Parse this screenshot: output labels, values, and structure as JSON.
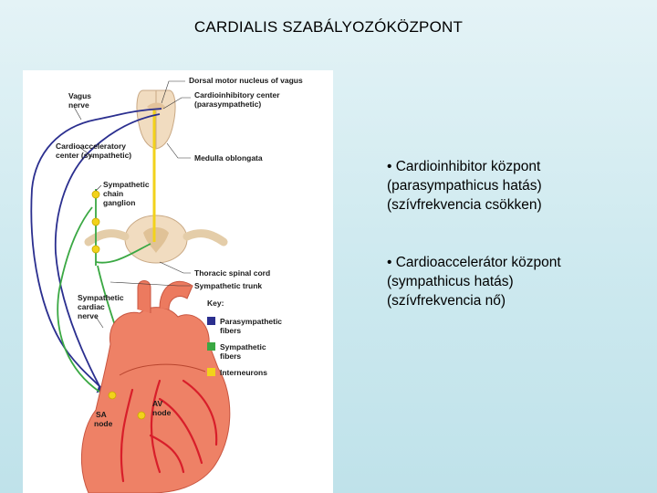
{
  "title": "CARDIALIS SZABÁLYOZÓKÖZPONT",
  "figure": {
    "labels": {
      "dorsal_motor": "Dorsal motor nucleus of vagus",
      "vagus_1": "Vagus",
      "vagus_2": "nerve",
      "cardioinhib_1": "Cardioinhibitory center",
      "cardioinhib_2": "(parasympathetic)",
      "cardioaccel_1": "Cardioacceleratory",
      "cardioaccel_2": "center (sympathetic)",
      "medulla": "Medulla oblongata",
      "symp_chain_1": "Sympathetic",
      "symp_chain_2": "chain",
      "symp_chain_3": "ganglion",
      "thoracic": "Thoracic spinal cord",
      "symp_trunk": "Sympathetic trunk",
      "symp_cardiac_1": "Sympathetic",
      "symp_cardiac_2": "cardiac",
      "symp_cardiac_3": "nerve",
      "av_1": "AV",
      "av_2": "node",
      "sa_1": "SA",
      "sa_2": "node"
    },
    "key": {
      "title": "Key:",
      "items": [
        {
          "line1": "Parasympathetic",
          "line2": "fibers",
          "color": "#2b2f8f"
        },
        {
          "line1": "Sympathetic",
          "line2": "fibers",
          "color": "#3aa843"
        },
        {
          "line1": "Interneurons",
          "line2": "",
          "color": "#f2d21b"
        }
      ]
    },
    "colors": {
      "parasympathetic": "#2b2f8f",
      "sympathetic": "#3aa843",
      "interneuron": "#f2d21b",
      "heart": "#ee8166",
      "vessel": "#d81e2a",
      "cord": "#f1dcc0"
    }
  },
  "bullets": [
    {
      "lines": [
        "• Cardioinhibitor központ",
        "(parasympathicus hatás)",
        "(szívfrekvencia csökken)"
      ]
    },
    {
      "lines": [
        "• Cardioaccelerátor központ",
        "(sympathicus hatás)",
        "(szívfrekvencia nő)"
      ]
    }
  ]
}
